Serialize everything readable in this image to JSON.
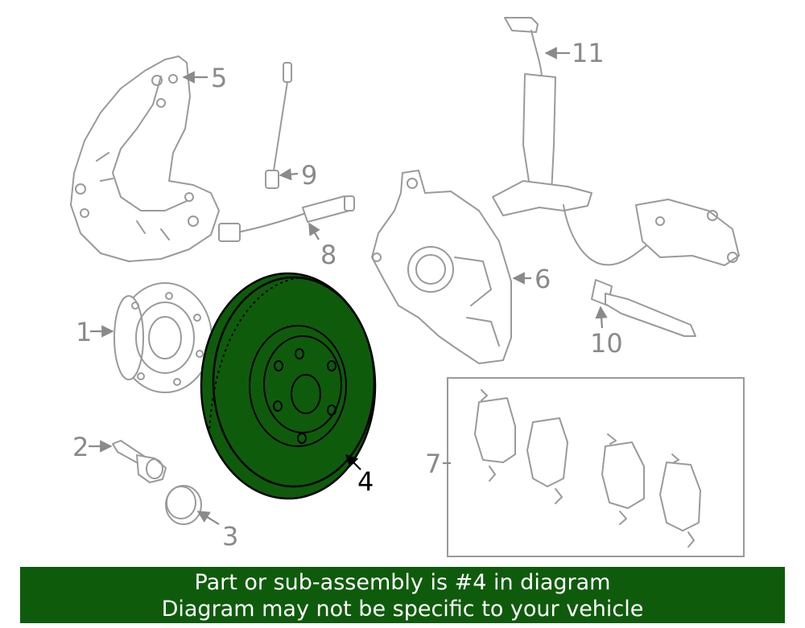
{
  "callouts": {
    "c1": "1",
    "c2": "2",
    "c3": "3",
    "c4": "4",
    "c5": "5",
    "c6": "6",
    "c7": "7",
    "c8": "8",
    "c9": "9",
    "c10": "10",
    "c11": "11"
  },
  "highlighted_part": "4",
  "highlight_color": "#0f5b0c",
  "banner": {
    "line1": "Part or sub-assembly is #4 in diagram",
    "line2": "Diagram may not be specific to your vehicle"
  }
}
